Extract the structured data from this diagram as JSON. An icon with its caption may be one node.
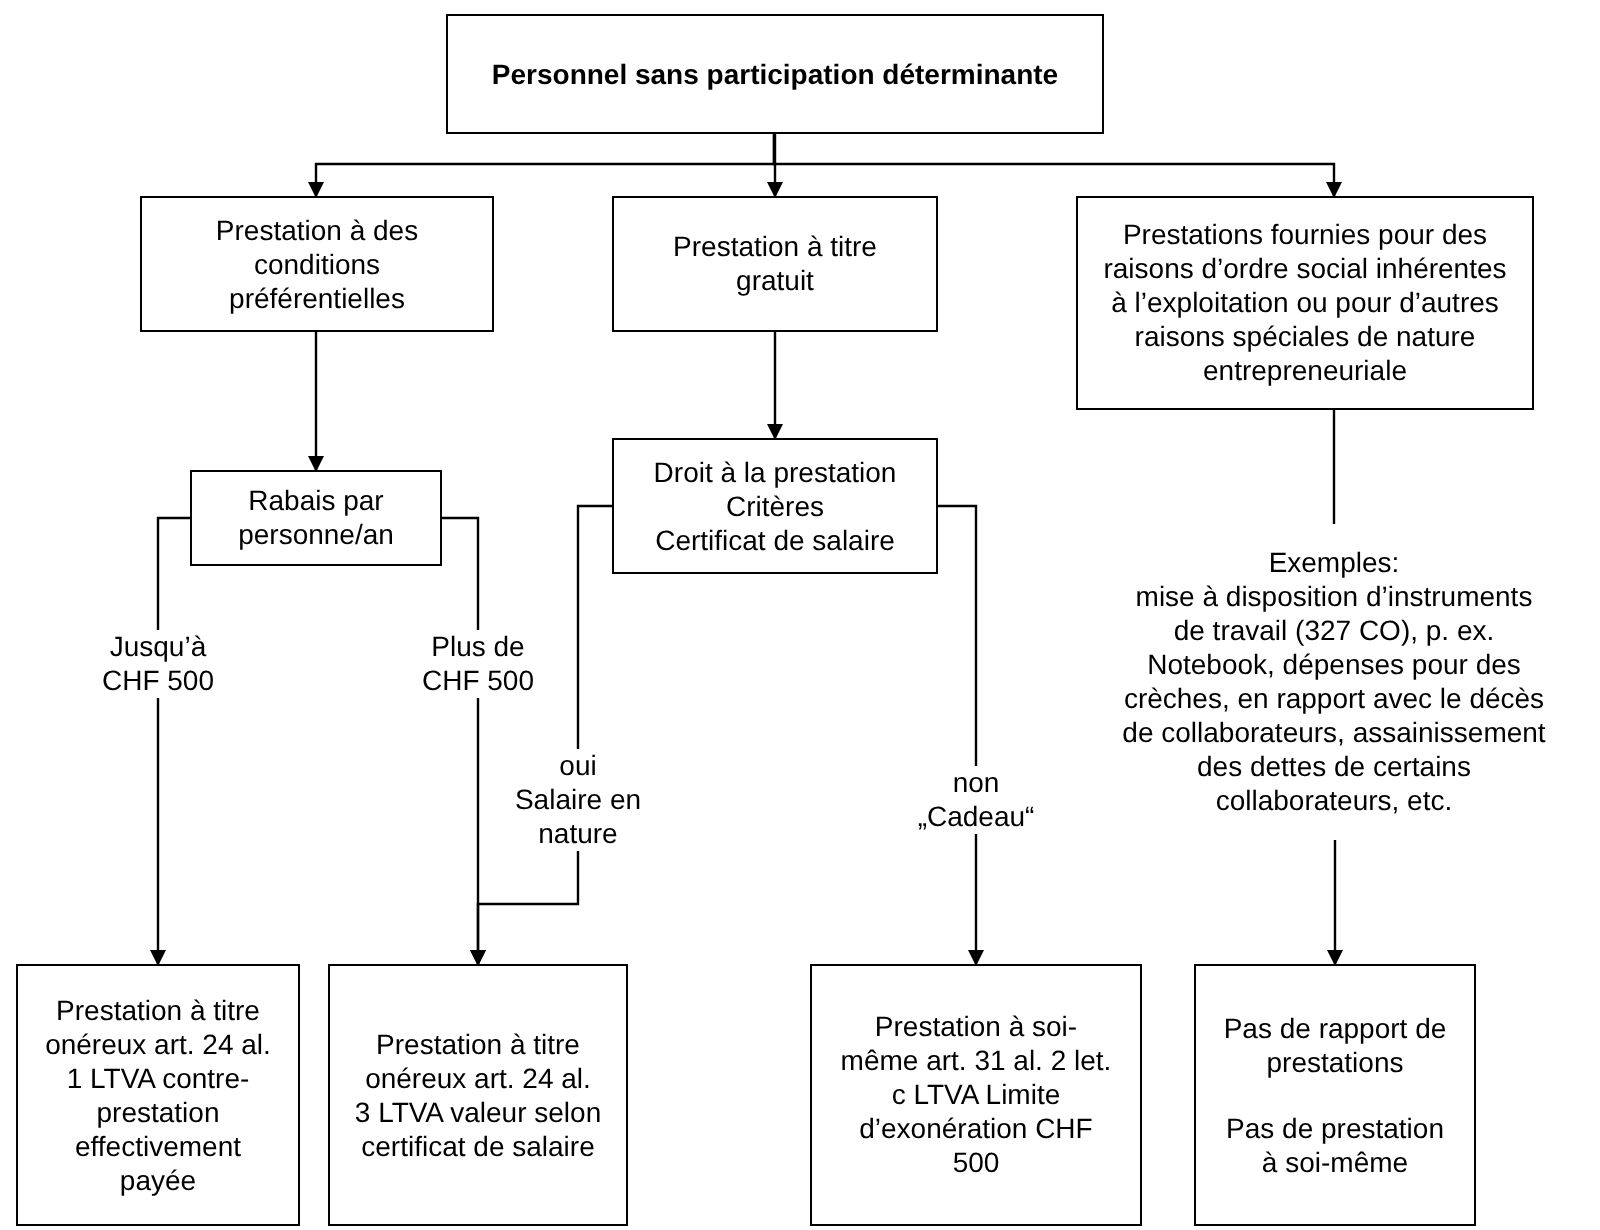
{
  "diagram": {
    "nodes": [
      {
        "text": [
          "Personnel sans participation déterminante"
        ]
      },
      {
        "text": [
          "Prestation à des conditions préférentielles"
        ]
      },
      {
        "text": [
          "Prestation à titre gratuit"
        ]
      },
      {
        "text": [
          "Prestations fournies pour des raisons d’ordre social inhérentes à l’exploitation ou pour d’autres raisons spéciales de nature entrepreneuriale"
        ]
      },
      {
        "text": [
          "Rabais par personne/an"
        ]
      },
      {
        "text": [
          "Droit à la prestation",
          "Critères",
          "Certificat de salaire"
        ]
      },
      {
        "text": [
          "Exemples:",
          "mise à disposition d’instruments de travail (327 CO), p. ex. Notebook, dépenses pour des crèches, en rapport avec le décès de collaborateurs, assainissement des dettes de certains collaborateurs, etc."
        ]
      },
      {
        "text": [
          "Prestation à titre onéreux art. 24 al. 1 LTVA contre-prestation effectivement payée"
        ]
      },
      {
        "text": [
          "Prestation à titre onéreux art. 24 al. 3 LTVA valeur selon certificat de salaire"
        ]
      },
      {
        "text": [
          "Prestation à soi-même art. 31 al. 2 let. c LTVA Limite d’exonération CHF 500"
        ]
      },
      {
        "text": [
          "Pas de rapport de prestations",
          "Pas de prestation à soi-même"
        ]
      }
    ],
    "edges": [
      {
        "from": 0,
        "to": 1,
        "arrow": "to"
      },
      {
        "from": 0,
        "to": 2,
        "arrow": "to"
      },
      {
        "from": 0,
        "to": 3,
        "arrow": "to"
      },
      {
        "from": 1,
        "to": 4,
        "arrow": "to"
      },
      {
        "from": 2,
        "to": 5,
        "arrow": "to"
      },
      {
        "from": 4,
        "to": 7,
        "arrow": "to",
        "label": "Jusqu’à CHF 500"
      },
      {
        "from": 4,
        "to": 8,
        "arrow": "to",
        "label": "Plus de CHF 500"
      },
      {
        "from": 5,
        "to": 8,
        "arrow": "to",
        "label": "oui Salaire en nature"
      },
      {
        "from": 5,
        "to": 9,
        "arrow": "to",
        "label": "non „Cadeau“"
      },
      {
        "from": 3,
        "to": 6,
        "arrow": "none"
      },
      {
        "from": 6,
        "to": 10,
        "arrow": "to"
      }
    ]
  }
}
